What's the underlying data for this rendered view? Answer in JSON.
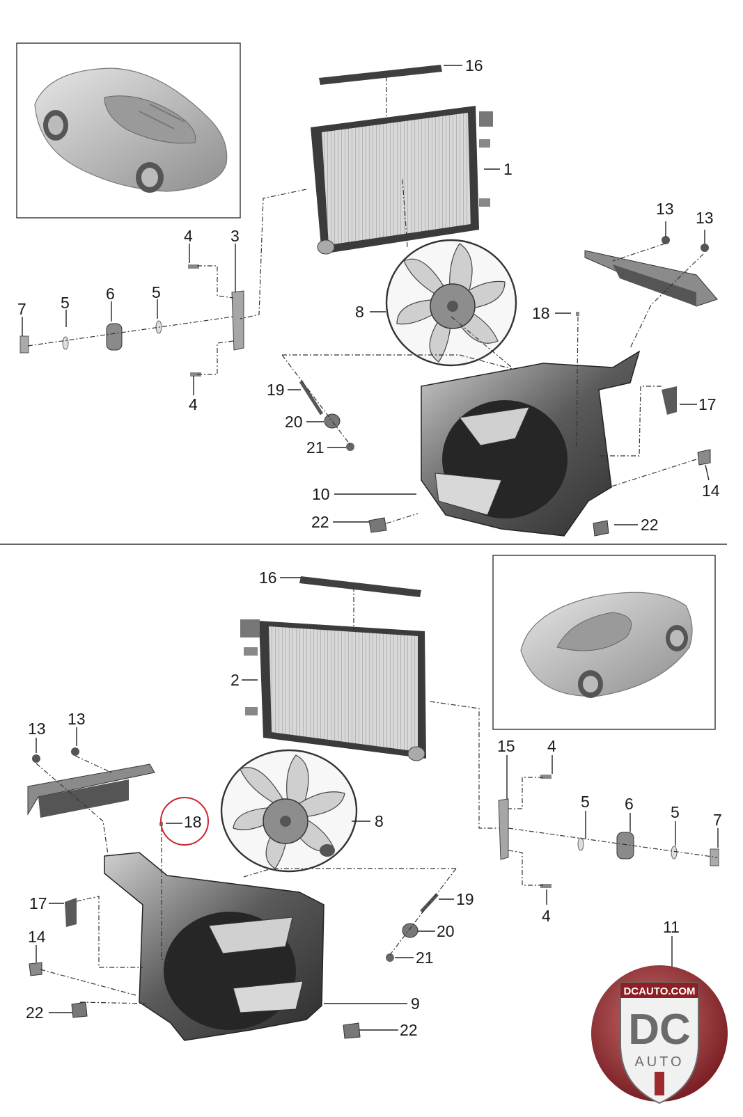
{
  "upper_labels": {
    "l1": "1",
    "l3": "3",
    "l4a": "4",
    "l4b": "4",
    "l5a": "5",
    "l5b": "5",
    "l6": "6",
    "l7": "7",
    "l8": "8",
    "l10": "10",
    "l13a": "13",
    "l13b": "13",
    "l14": "14",
    "l16": "16",
    "l17": "17",
    "l18": "18",
    "l19": "19",
    "l20": "20",
    "l21": "21",
    "l22a": "22",
    "l22b": "22"
  },
  "lower_labels": {
    "l2": "2",
    "l4a": "4",
    "l4b": "4",
    "l5a": "5",
    "l5b": "5",
    "l6": "6",
    "l7": "7",
    "l8": "8",
    "l9": "9",
    "l11": "11",
    "l13a": "13",
    "l13b": "13",
    "l14": "14",
    "l15": "15",
    "l16": "16",
    "l17": "17",
    "l18": "18",
    "l19": "19",
    "l20": "20",
    "l21": "21",
    "l22a": "22",
    "l22b": "22"
  },
  "highlight": {
    "label": "18",
    "color": "#c8262c"
  },
  "logo": {
    "top_text": "DCAUTO.COM",
    "mono": "DC",
    "bottom_text": "AUTO",
    "color": "#9c2a2e"
  },
  "colors": {
    "part_dark": "#3a3a3a",
    "part_mid": "#8a8a8a",
    "part_light": "#d2d2d2",
    "car": "#b9b9b9"
  }
}
